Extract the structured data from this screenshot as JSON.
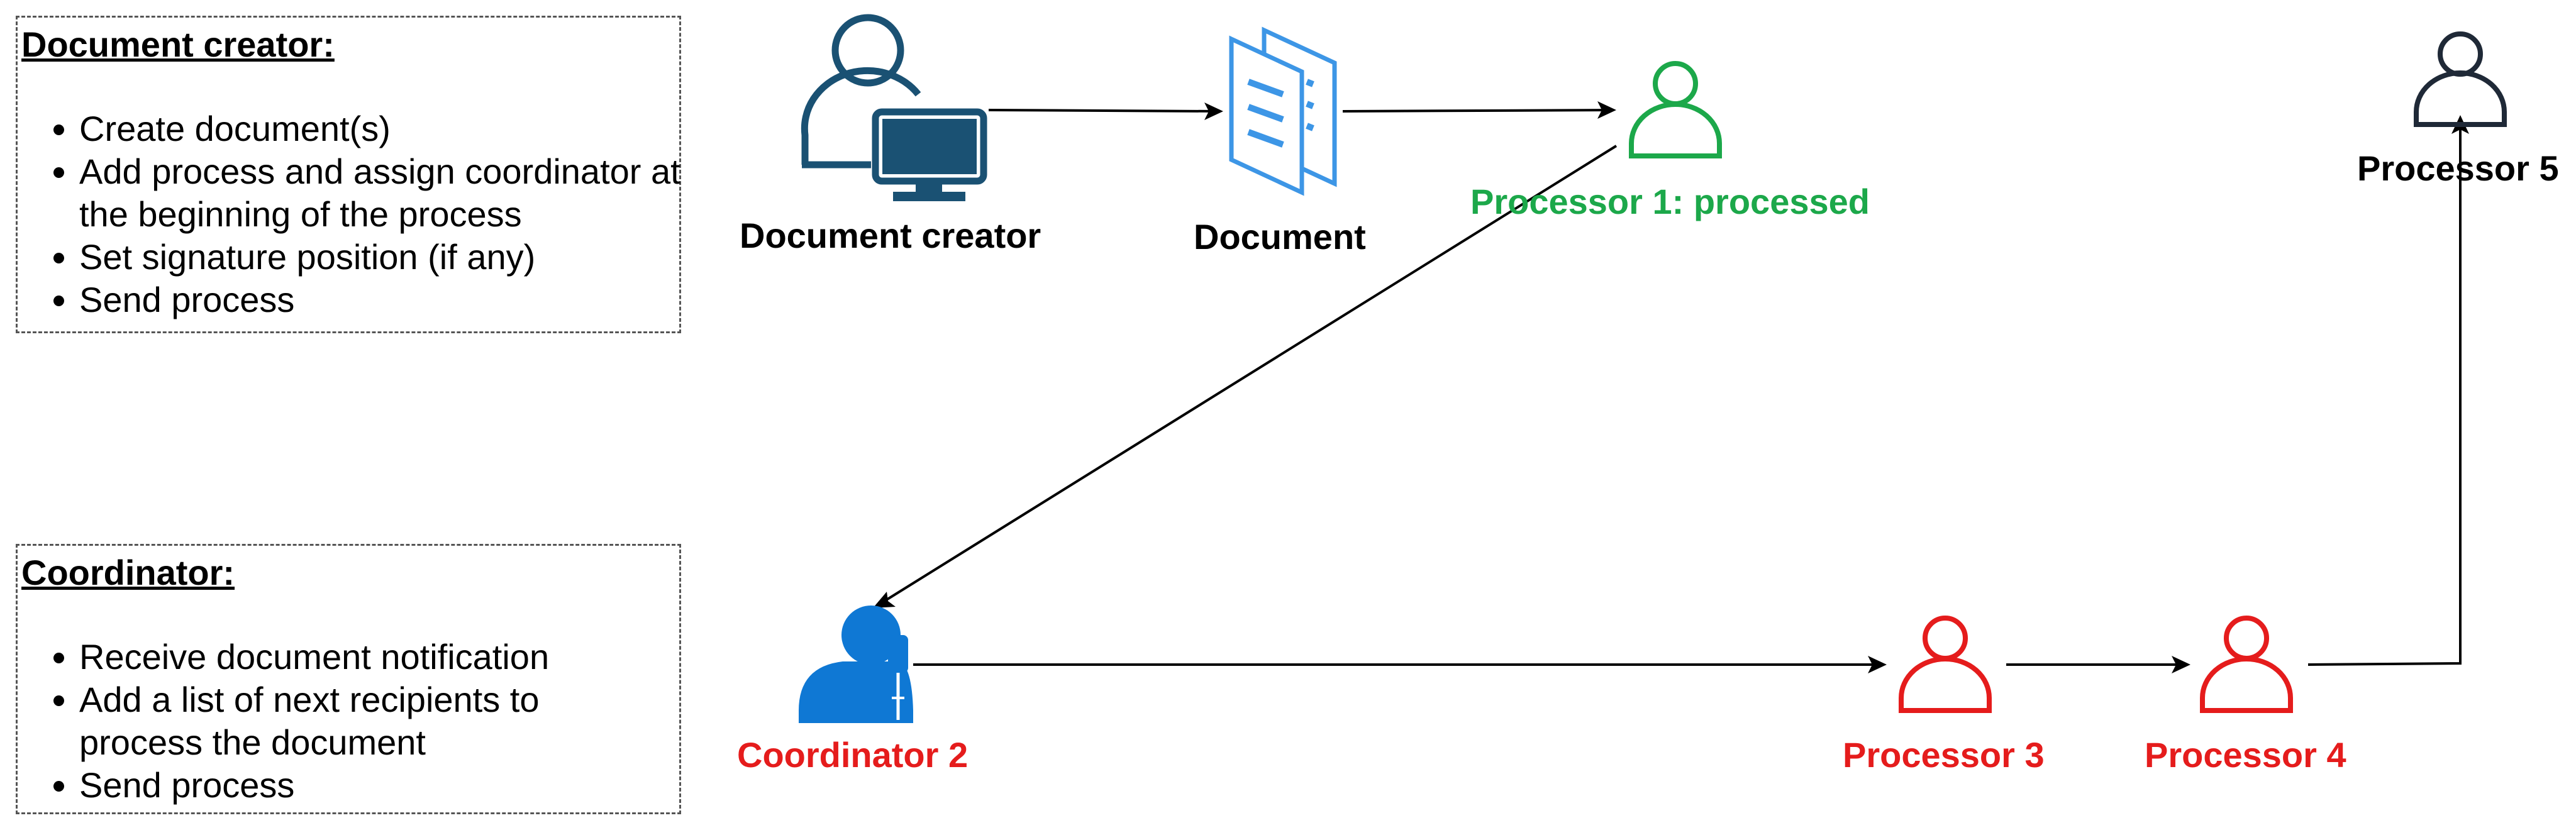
{
  "creator_note": {
    "title": "Document creator:",
    "items": [
      "Create document(s)",
      "Add process and assign coordinator at the beginning of the process",
      "Set signature position (if any)",
      "Send process"
    ]
  },
  "coordinator_note": {
    "title": "Coordinator:",
    "items": [
      "Receive document notification",
      "Add a list of next recipients to process the document",
      "Send process"
    ]
  },
  "nodes": {
    "creator": {
      "label": "Document creator",
      "icon": "computer-user-icon",
      "color": "#1a5173"
    },
    "document": {
      "label": "Document",
      "icon": "document-stack-icon",
      "color": "#3d96e6"
    },
    "processor1": {
      "label": "Processor 1: processed",
      "icon": "user-icon",
      "color": "#1ca84a"
    },
    "coordinator2": {
      "label": "Coordinator 2",
      "icon": "support-agent-icon",
      "color": "#e51c1c"
    },
    "processor3": {
      "label": "Processor 3",
      "icon": "user-icon",
      "color": "#e51c1c"
    },
    "processor4": {
      "label": "Processor 4",
      "icon": "user-icon",
      "color": "#e51c1c"
    },
    "processor5": {
      "label": "Processor 5",
      "icon": "user-icon",
      "color": "#1f2937"
    }
  },
  "colors": {
    "accent_blue": "#0f78d4",
    "arrow": "#000000"
  }
}
